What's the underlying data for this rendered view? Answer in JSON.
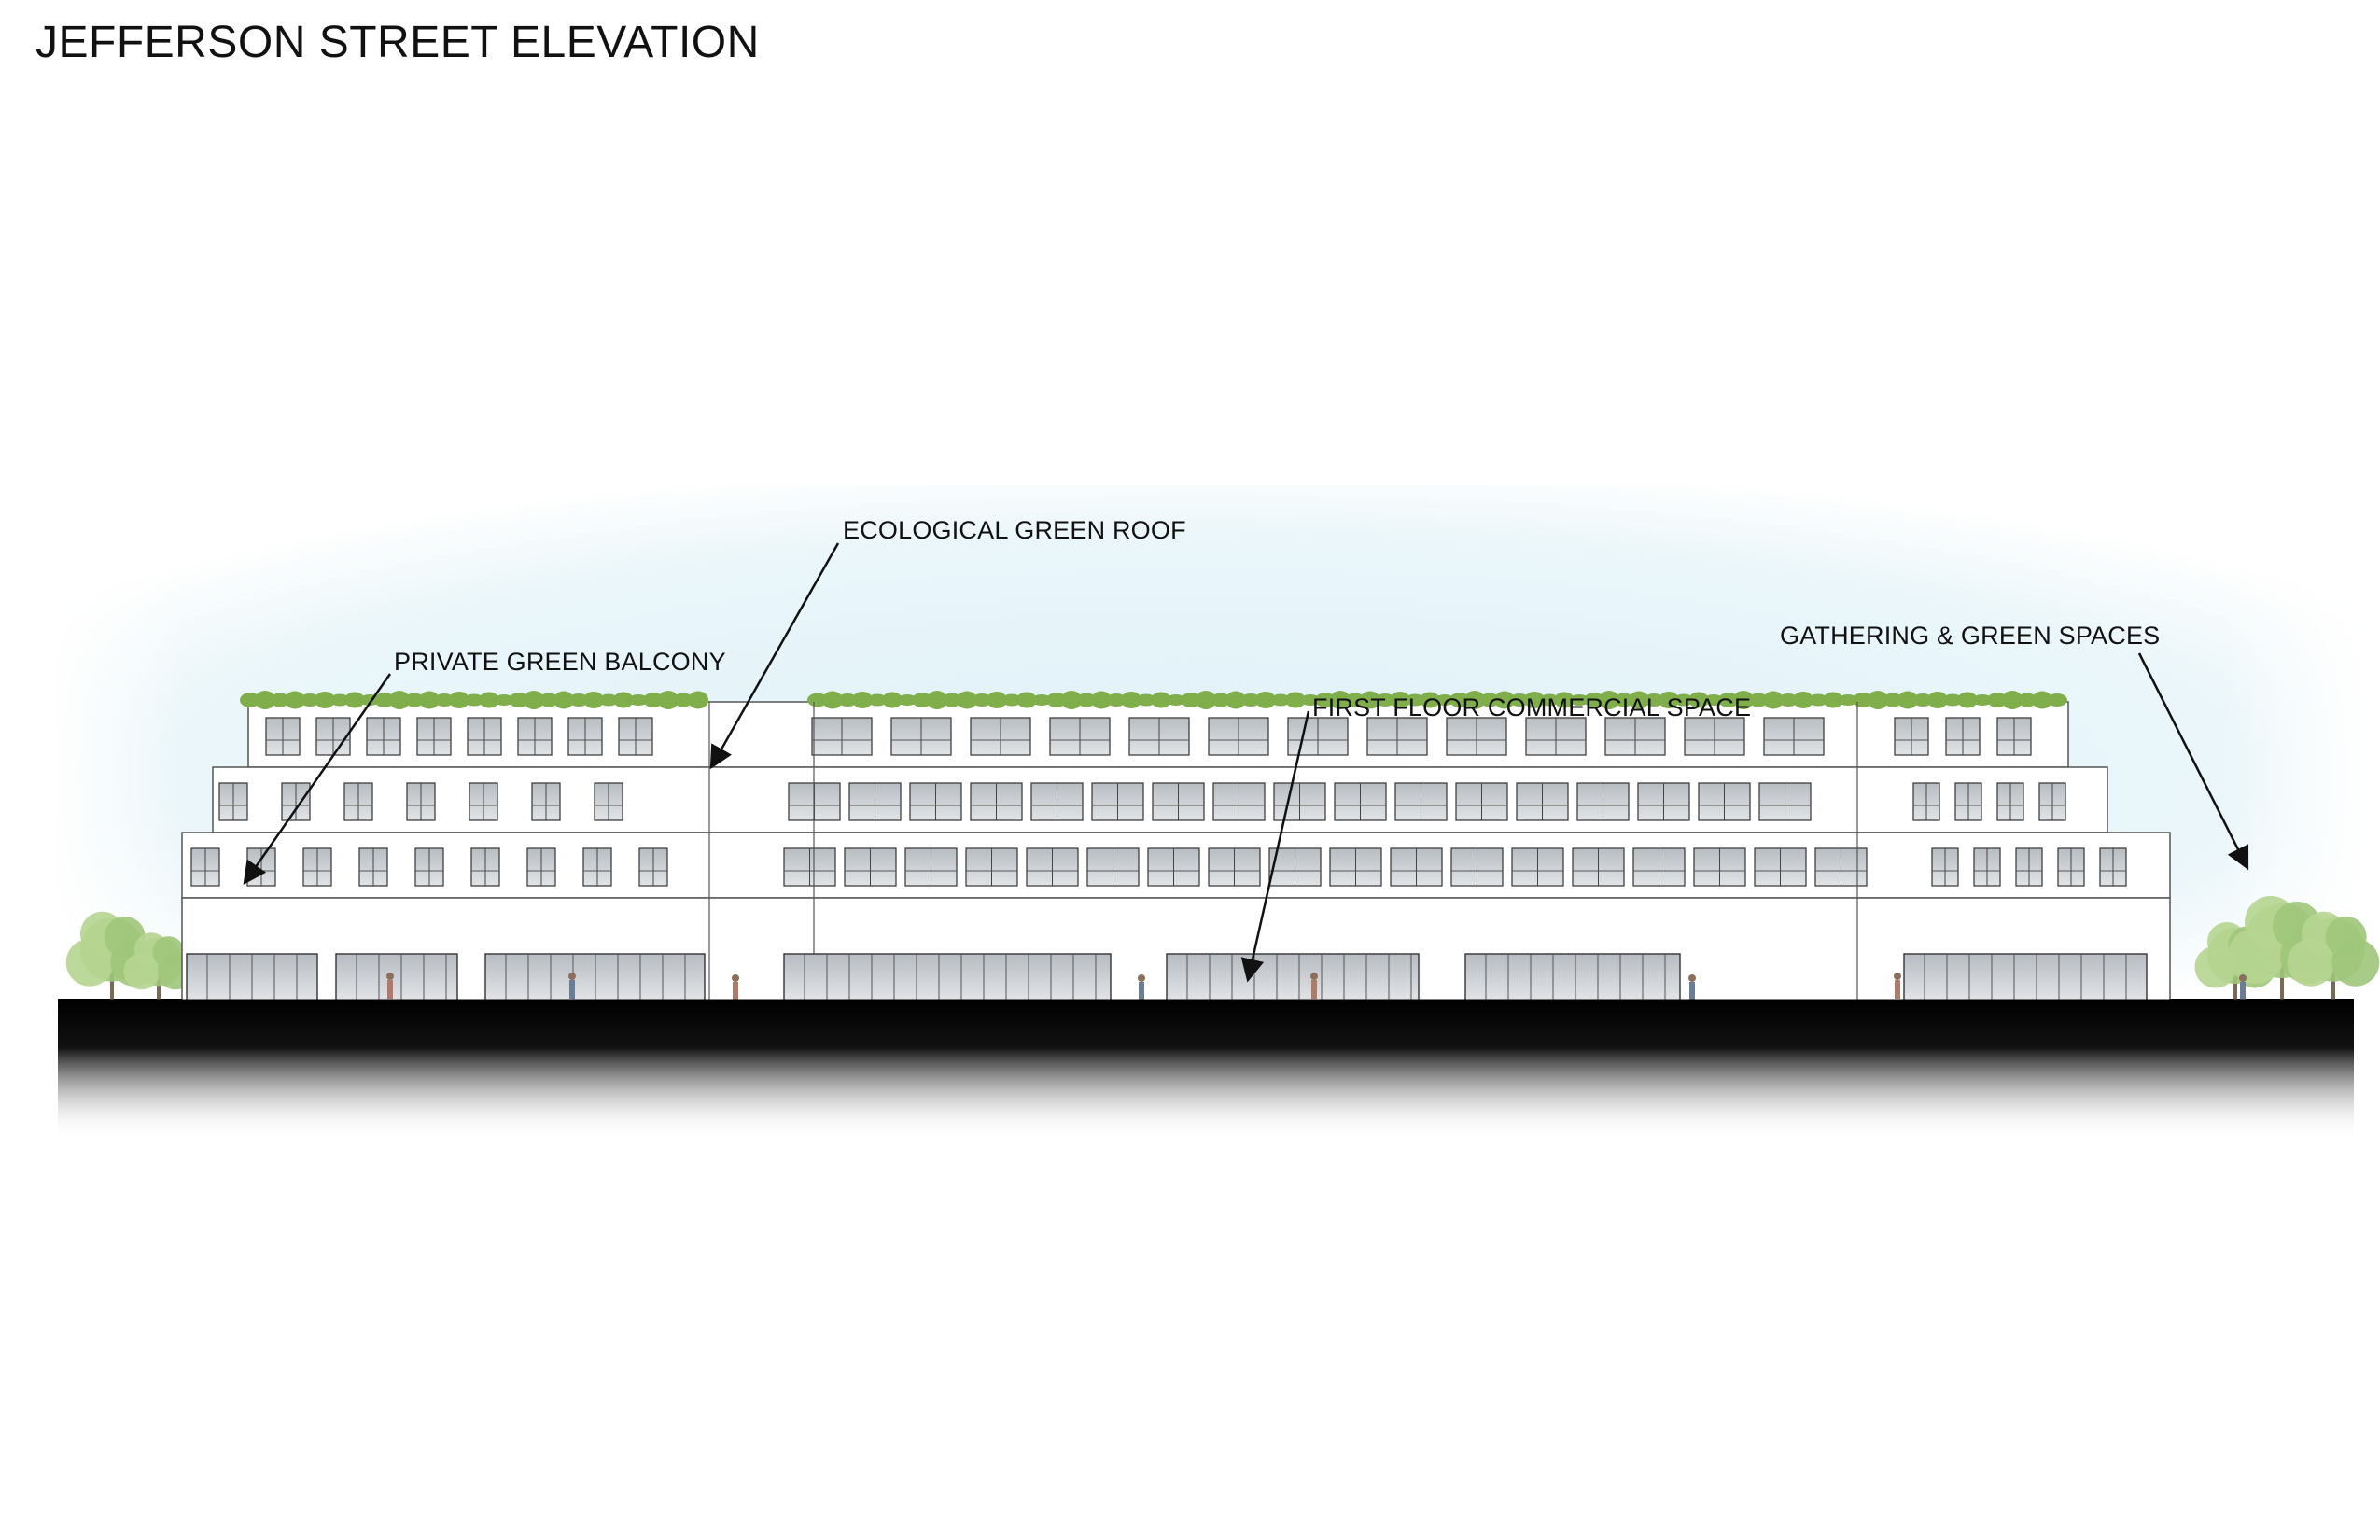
{
  "title": "JEFFERSON STREET ELEVATION",
  "callouts": [
    {
      "id": "green-roof",
      "text": "ECOLOGICAL GREEN ROOF"
    },
    {
      "id": "balcony",
      "text": "PRIVATE GREEN BALCONY"
    },
    {
      "id": "commercial",
      "text": "FIRST FLOOR COMMERCIAL SPACE"
    },
    {
      "id": "gathering",
      "text": "GATHERING & GREEN SPACES"
    }
  ],
  "colors": {
    "sky": "#e3f3f9",
    "facade": "#ffffff",
    "glass": "#c9ccd0",
    "roof_green": "#7fae4a",
    "tree_green": "#9fc77a",
    "ground": "#000000",
    "line": "#555555"
  }
}
